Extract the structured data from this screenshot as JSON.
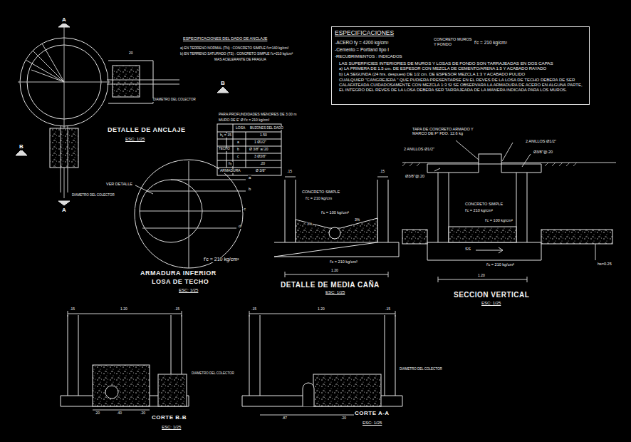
{
  "diagram": {
    "nodes": [
      {
        "text": [
          "ESPECIFICACIONES",
          "-ACERO fy = 4200 kg/cm²",
          "CONCRETO MUROS Y FONDO",
          "f'c = 210 kg/cm²",
          "-Cemento = Portland tipo I",
          "-RECUBRIMIENTOS : INDICADOS",
          "LAS SUPERFICIES INTERIORES DE MUROS Y LOSAS DE FONDO SON TARRAJEADAS EN DOS CAPAS",
          "a) LA PRIMERA DE 1.5 cm. DE ESPESOR CON MEZCLA DE CEMENTO/ARENA 1:5 Y ACABADO RAYADO",
          "b) LA SEGUNDA (24 hrs. despues) DE 1/2 cm. DE ESPESOR MEZCLA 1:3 Y ACABADO PULIDO",
          "CUALQUIER \"CANGREJERA \" QUE PUDIERA PRESENTARSE EN EL REVES DE LA LOSA DE TECHO DEBERA DE SER CALAFATEADA CUIDADOSAMENTE CON MEZCLA 1:3 SI SE OBSERVARA LA ARMADURA DE ACERO EN ALGUNA PARTE, EL INTEGRO DEL REVES DE LA LOSA DEBERA SER TARRAJEADA DE LA MANERA INDICADA PARA LOS MUROS."
        ]
      }
    ],
    "labels": [
      "A",
      "A",
      "B",
      "B",
      "20",
      "ESPECIFICACIONES DEL DADO DE ANCLAJE",
      "a) EN TERRENO NORMAL (TN) : CONCRETO SIMPLE f'c=140 kg/cm²",
      "b) EN TERRENO SATURADO (TS) : CONCRETO SIMPLE f'c=210 kg/cm²",
      "MAS ACELERANTE DE FRAGUA",
      "DIAMETRO DEL COLECTOR",
      "DIAMETRO DEL COLECTOR",
      "DETALLE DE ANCLAJE",
      "ESC: 1/25",
      "PARA PROFUNDIDADES MENORES DE 3.00 m",
      "MURO DE E' Ø f'c = 210 kg/cm²",
      "LOSA",
      "BUZONES DEL DADO",
      "h₁ = 15",
      "1.50",
      "TECHO",
      "a",
      "1 Ø1/2\"",
      "b",
      "Ø 3/8\" a/.20",
      "c",
      "3 Ø3/8\"",
      "h₂",
      ".20",
      "ARMADURA",
      "Ø 3/8\"",
      "VER DETALLE",
      "a",
      "b",
      "c",
      "d",
      "f'c = 210 kg/cm²",
      "ARMADURA INFERIOR",
      "LOSA DE TECHO",
      "ESC: 1/25",
      ".15",
      ".15",
      "CONCRETO SIMPLE",
      "f'c = 210 kg/cm",
      "f'c = 100 kg/cm²",
      "3%",
      "3%",
      "f'c = 210 kg/cm²",
      "1.20",
      "DETALLE DE MEDIA CAÑA",
      "ESC: 1/25",
      "TAPA DE CONCRETO ARMADO Y MARCO DE F° FDO. 12.6 kg",
      "2 ANILLOS Ø1/2\"",
      "2 ANILLOS Ø1/2\"",
      "Ø3/8\"@.20",
      "Ø3/8\"@.20",
      "CONCRETO SIMPLE",
      "f'c = 210 kg/cm²",
      "f'c = 100 kg/cm²",
      "SS",
      "hs=0.25",
      "f'c = 210 kg/cm²",
      "1.20",
      "SECCION VERTICAL",
      "ESC: 1/25",
      ".15",
      "1.20",
      ".15",
      "DIAMETRO DEL COLECTOR",
      ".20",
      ".40",
      ".20",
      "CORTE B-B",
      "ESC: 1/25",
      "1.20",
      ".15",
      ".15",
      "DIAMETRO DEL COLECTOR",
      ".87",
      ".20",
      "CORTE A-A",
      "ESC: 1/25"
    ]
  }
}
